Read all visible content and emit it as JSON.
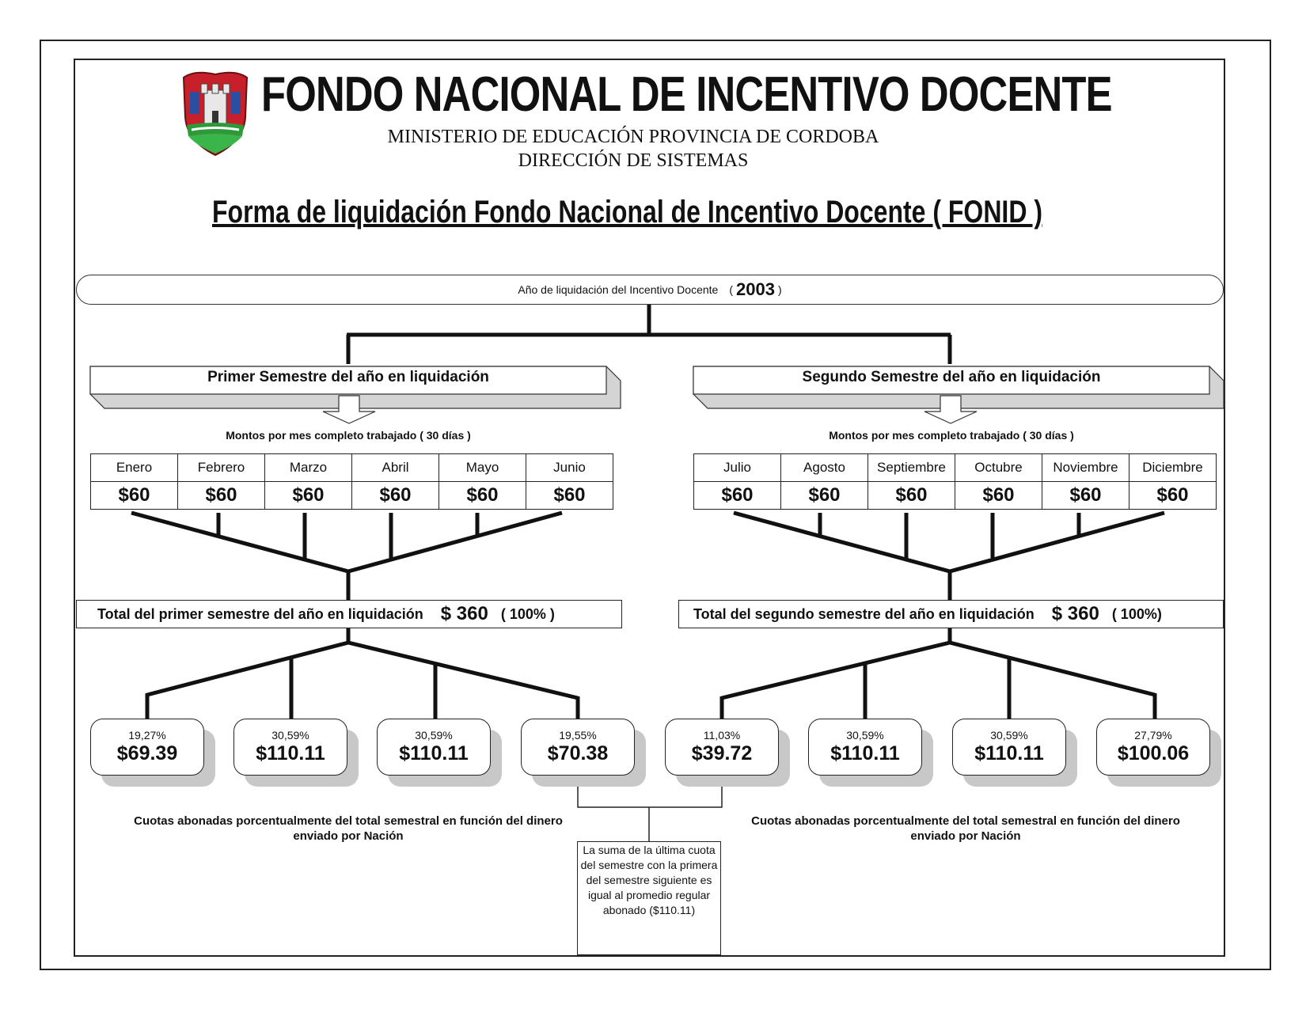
{
  "header": {
    "title": "FONDO NACIONAL DE INCENTIVO DOCENTE",
    "ministry": "MINISTERIO DE EDUCACIÓN PROVINCIA DE CORDOBA",
    "direction": "DIRECCIÓN DE SISTEMAS",
    "doc_title": "Forma de liquidación Fondo Nacional de Incentivo Docente ( FONID )",
    "logo_icon": "cordoba-coat-of-arms-icon"
  },
  "year_bar": {
    "label": "Año de liquidación del Incentivo Docente",
    "open": "(",
    "year": "2003",
    "close": ")"
  },
  "first_semester": {
    "label": "Primer Semestre del año en liquidación",
    "amounts_caption": "Montos por mes completo trabajado ( 30 días )",
    "months": [
      {
        "name": "Enero",
        "value": "$60"
      },
      {
        "name": "Febrero",
        "value": "$60"
      },
      {
        "name": "Marzo",
        "value": "$60"
      },
      {
        "name": "Abril",
        "value": "$60"
      },
      {
        "name": "Mayo",
        "value": "$60"
      },
      {
        "name": "Junio",
        "value": "$60"
      }
    ],
    "total_label": "Total del primer semestre del año en liquidación",
    "total_amount": "$ 360",
    "total_pct": "( 100% )",
    "payments": [
      {
        "pct": "19,27%",
        "value": "$69.39"
      },
      {
        "pct": "30,59%",
        "value": "$110.11"
      },
      {
        "pct": "30,59%",
        "value": "$110.11"
      },
      {
        "pct": "19,55%",
        "value": "$70.38"
      }
    ],
    "note": "Cuotas abonadas porcentualmente del total semestral en función del dinero enviado por Nación"
  },
  "second_semester": {
    "label": "Segundo Semestre del año en liquidación",
    "amounts_caption": "Montos por mes completo trabajado ( 30 días )",
    "months": [
      {
        "name": "Julio",
        "value": "$60"
      },
      {
        "name": "Agosto",
        "value": "$60"
      },
      {
        "name": "Septiembre",
        "value": "$60"
      },
      {
        "name": "Octubre",
        "value": "$60"
      },
      {
        "name": "Noviembre",
        "value": "$60"
      },
      {
        "name": "Diciembre",
        "value": "$60"
      }
    ],
    "total_label": "Total del segundo semestre del año en liquidación",
    "total_amount": "$ 360",
    "total_pct": "( 100%)",
    "payments": [
      {
        "pct": "11,03%",
        "value": "$39.72"
      },
      {
        "pct": "30,59%",
        "value": "$110.11"
      },
      {
        "pct": "30,59%",
        "value": "$110.11"
      },
      {
        "pct": "27,79%",
        "value": "$100.06"
      }
    ],
    "note": "Cuotas abonadas porcentualmente del total semestral en función del dinero enviado por Nación"
  },
  "sum_note": "La suma de la última cuota del semestre con la primera del semestre siguiente es igual al promedio regular abonado ($110.11)"
}
